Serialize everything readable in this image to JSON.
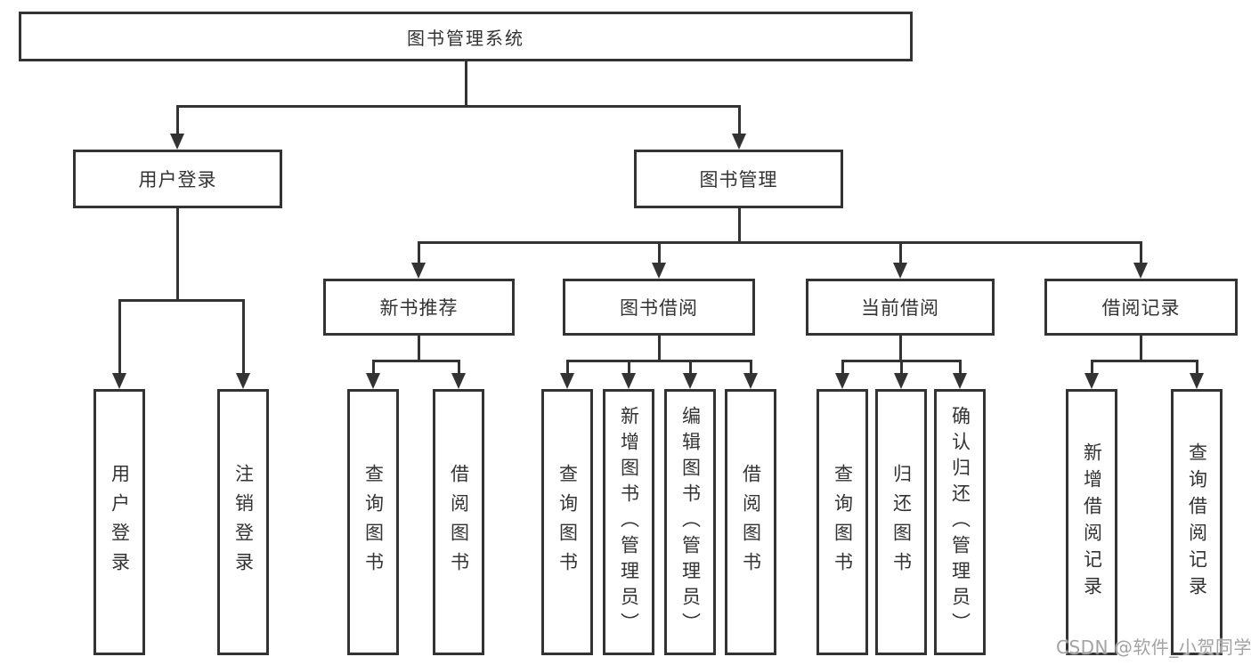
{
  "colors": {
    "line": "#333333",
    "text": "#333333",
    "background": "#ffffff",
    "watermark": "#a3a3a3"
  },
  "watermark": {
    "text": "CSDN @软件_小贺同学"
  },
  "tree": {
    "label": "图书管理系统",
    "children": [
      {
        "label": "用户登录",
        "children": [
          {
            "label": "用户登录"
          },
          {
            "label": "注销登录"
          }
        ]
      },
      {
        "label": "图书管理",
        "children": [
          {
            "label": "新书推荐",
            "children": [
              {
                "label": "查询图书"
              },
              {
                "label": "借阅图书"
              }
            ]
          },
          {
            "label": "图书借阅",
            "children": [
              {
                "label": "查询图书"
              },
              {
                "label": "新增图书（管理员）"
              },
              {
                "label": "编辑图书（管理员）"
              },
              {
                "label": "借阅图书"
              }
            ]
          },
          {
            "label": "当前借阅",
            "children": [
              {
                "label": "查询图书"
              },
              {
                "label": "归还图书"
              },
              {
                "label": "确认归还（管理员）"
              }
            ]
          },
          {
            "label": "借阅记录",
            "children": [
              {
                "label": "新增借阅记录"
              },
              {
                "label": "查询借阅记录"
              }
            ]
          }
        ]
      }
    ]
  }
}
